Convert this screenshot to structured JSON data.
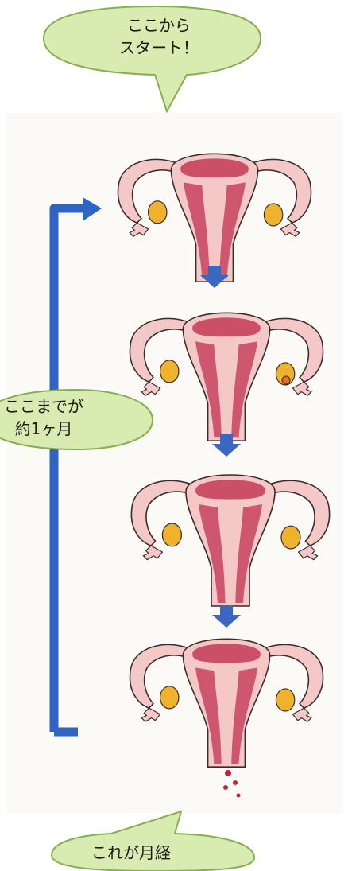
{
  "bubbles": {
    "start": {
      "line1": "ここから",
      "line2": "スタート！"
    },
    "middle": {
      "line1": "ここまでが",
      "line2": "約1ヶ月"
    },
    "end": {
      "line1": "これが月経"
    }
  },
  "colors": {
    "bubble_fill": "#d8ebb0",
    "bubble_stroke": "#86b050",
    "bracket": "#2f64c4",
    "step_arrow": "#3a67bf",
    "lining": "#c43a57",
    "uterus_light": "#f3c8c6",
    "ovary": "#efb22d",
    "outline": "#3a2a2a"
  },
  "stages": [
    "stage-1",
    "stage-2",
    "stage-3",
    "stage-4"
  ]
}
